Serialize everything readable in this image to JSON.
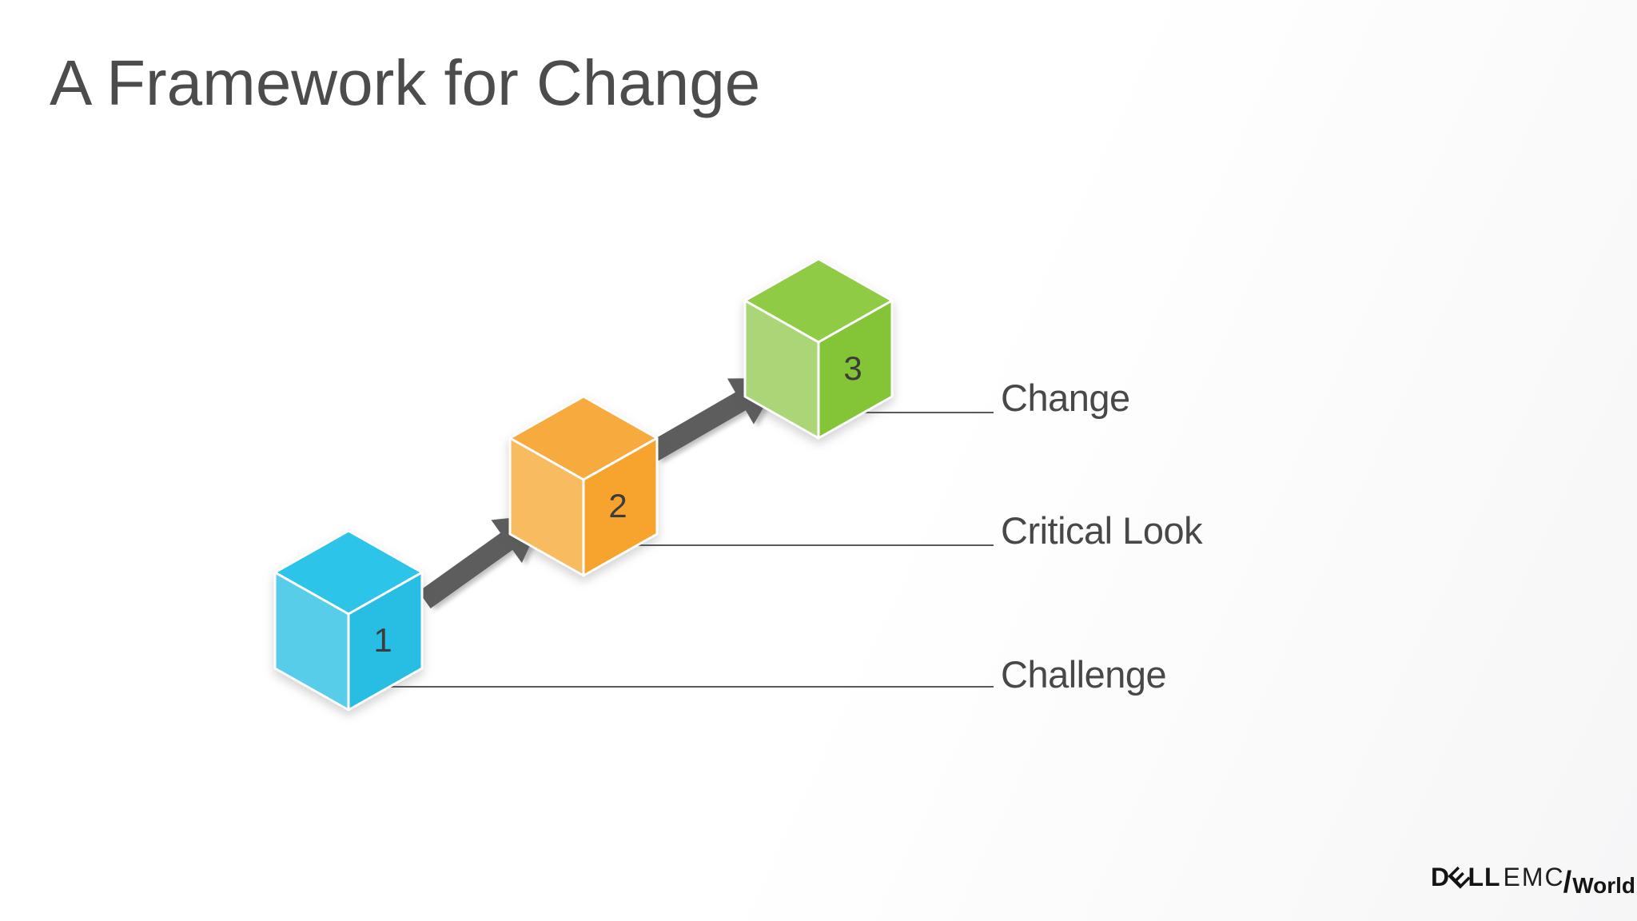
{
  "slide": {
    "title": "A Framework for Change"
  },
  "diagram": {
    "cubes": [
      {
        "number": "1",
        "callout": "Challenge",
        "colors": {
          "top": "#2CC4E9",
          "left": "#57CDEA",
          "right": "#28BDE3"
        }
      },
      {
        "number": "2",
        "callout": "Critical Look",
        "colors": {
          "top": "#F7AA3D",
          "left": "#F9BB5F",
          "right": "#F6A42E"
        }
      },
      {
        "number": "3",
        "callout": "Change",
        "colors": {
          "top": "#90CB45",
          "left": "#AAD678",
          "right": "#84C437"
        }
      }
    ],
    "arrow_color": "#5D5D5D",
    "connector_color": "#58595B",
    "number_color": "#3C3C3C"
  },
  "callouts": [
    {
      "text": "Change"
    },
    {
      "text": "Critical Look"
    },
    {
      "text": "Challenge"
    }
  ],
  "footer_logo": {
    "dell_d": "D",
    "dell_e": "E",
    "dell_ll": "LL",
    "emc": "EMC",
    "slash": "/",
    "world": "World"
  }
}
